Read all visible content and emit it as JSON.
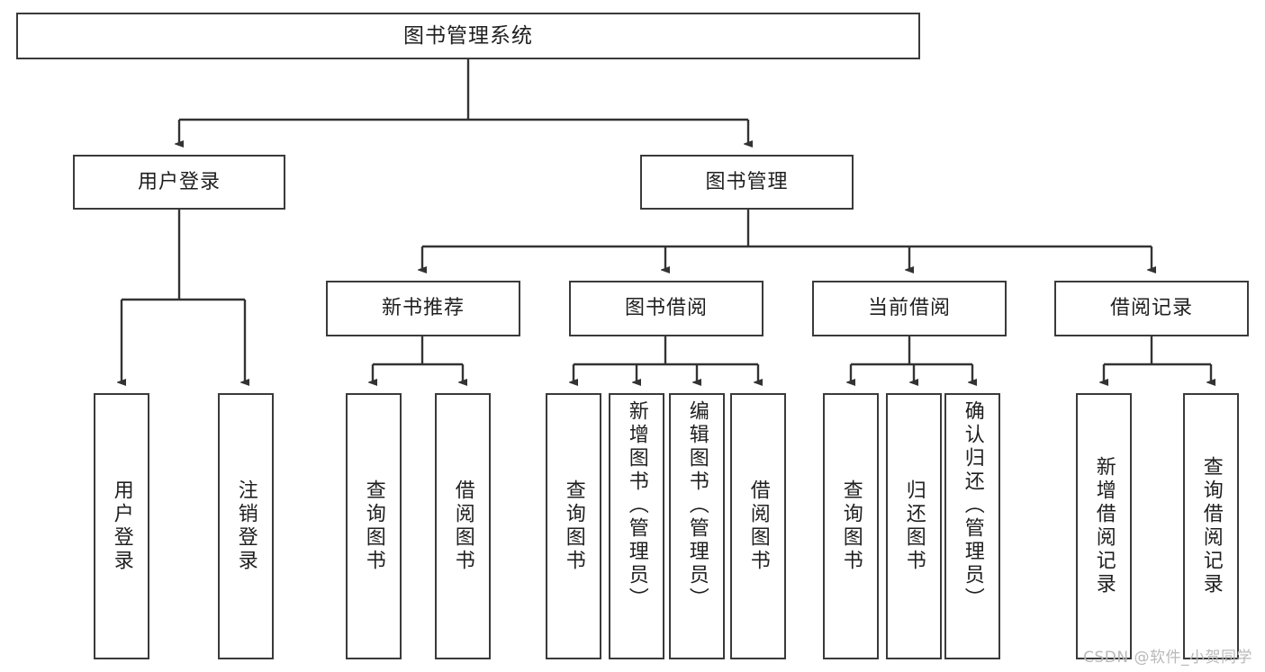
{
  "diagram": {
    "title": "图书管理系统",
    "type": "tree",
    "root": {
      "label": "图书管理系统"
    },
    "level2": [
      {
        "label": "用户登录"
      },
      {
        "label": "图书管理"
      }
    ],
    "level3": [
      {
        "label": "新书推荐"
      },
      {
        "label": "图书借阅"
      },
      {
        "label": "当前借阅"
      },
      {
        "label": "借阅记录"
      }
    ],
    "leaves": {
      "user_login": [
        {
          "label": "用户登录"
        },
        {
          "label": "注销登录"
        }
      ],
      "new_book_recommend": [
        {
          "label": "查询图书"
        },
        {
          "label": "借阅图书"
        }
      ],
      "book_borrow": [
        {
          "label": "查询图书"
        },
        {
          "label": "新增图书（管理员）"
        },
        {
          "label": "编辑图书（管理员）"
        },
        {
          "label": "借阅图书"
        }
      ],
      "current_borrow": [
        {
          "label": "查询图书"
        },
        {
          "label": "归还图书"
        },
        {
          "label": "确认归还（管理员）"
        }
      ],
      "borrow_record": [
        {
          "label": "新增借阅记录"
        },
        {
          "label": "查询借阅记录"
        }
      ]
    }
  },
  "watermark": {
    "text": "CSDN @软件_小贺同学"
  },
  "colors": {
    "border": "#3a3a3a",
    "text": "#1f1f1f",
    "background": "#ffffff",
    "watermark": "#b9b9b9"
  }
}
